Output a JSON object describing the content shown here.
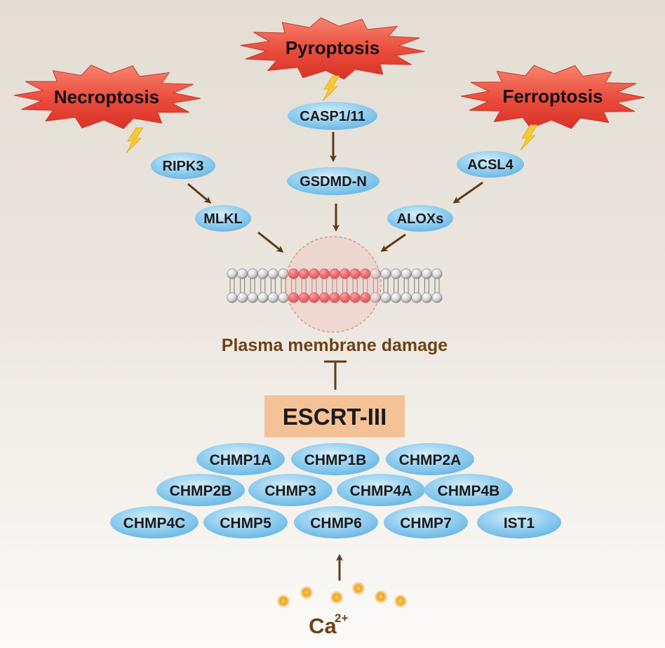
{
  "pathways": {
    "necroptosis": {
      "title": "Necroptosis",
      "nodes": [
        "RIPK3",
        "MLKL"
      ]
    },
    "pyroptosis": {
      "title": "Pyroptosis",
      "nodes": [
        "CASP1/11",
        "GSDMD-N"
      ]
    },
    "ferroptosis": {
      "title": "Ferroptosis",
      "nodes": [
        "ACSL4",
        "ALOXs"
      ]
    }
  },
  "damage_label": "Plasma membrane damage",
  "escrt_label": "ESCRT-III",
  "chmp_rows": [
    [
      "CHMP1A",
      "CHMP1B",
      "CHMP2A"
    ],
    [
      "CHMP2B",
      "CHMP3",
      "CHMP4A",
      "CHMP4B"
    ],
    [
      "CHMP4C",
      "CHMP5",
      "CHMP6",
      "CHMP7",
      "IST1"
    ]
  ],
  "calcium": {
    "base": "Ca",
    "superscript": "2+"
  },
  "colors": {
    "burst_fill": "#e9483a",
    "node_blue": "#7fc3ea",
    "arrow_brown": "#5e3a17",
    "escrt_box": "#f5c297",
    "damage_text": "#6d4218",
    "lipid_red": "#e8454f",
    "calcium_dot": "#f1a31d"
  }
}
